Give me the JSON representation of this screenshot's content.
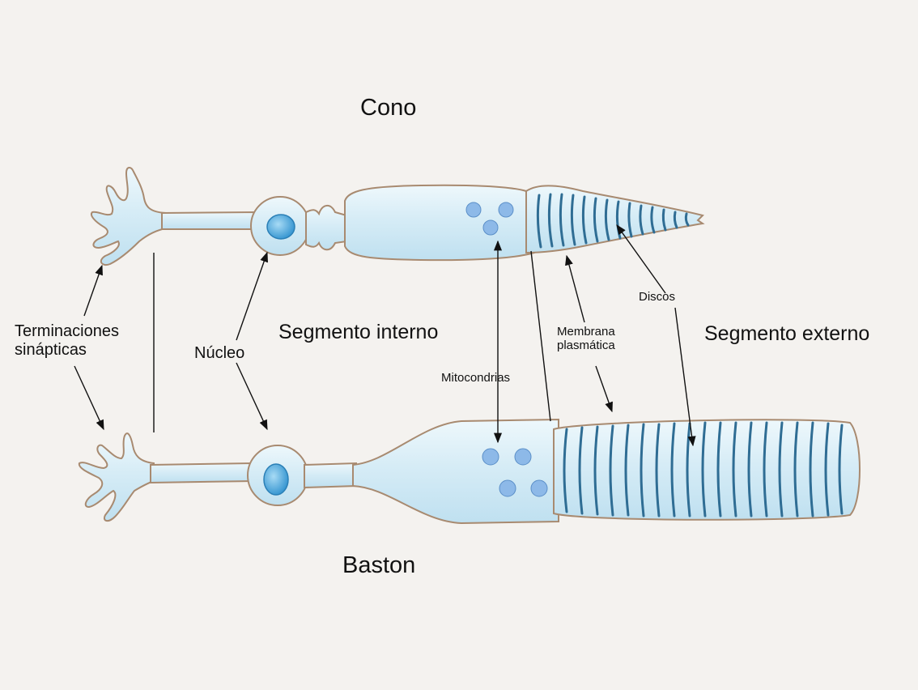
{
  "titles": {
    "cone": "Cono",
    "rod": "Baston"
  },
  "labels": {
    "synaptic_terminals": "Terminaciones\nsinápticas",
    "nucleus": "Núcleo",
    "inner_segment": "Segmento interno",
    "mitochondria": "Mitocondrias",
    "plasma_membrane": "Membrana\nplasmática",
    "discs": "Discos",
    "outer_segment": "Segmento externo"
  },
  "colors": {
    "background": "#f4f2ef",
    "cell_fill": "#d6ecf6",
    "cell_highlight": "#eef8fc",
    "cell_edge": "#a88a70",
    "nucleus": "#4fa9dc",
    "mitochondria": "#8db9e8",
    "disc_line": "#2f6d94",
    "arrow": "#111111"
  }
}
